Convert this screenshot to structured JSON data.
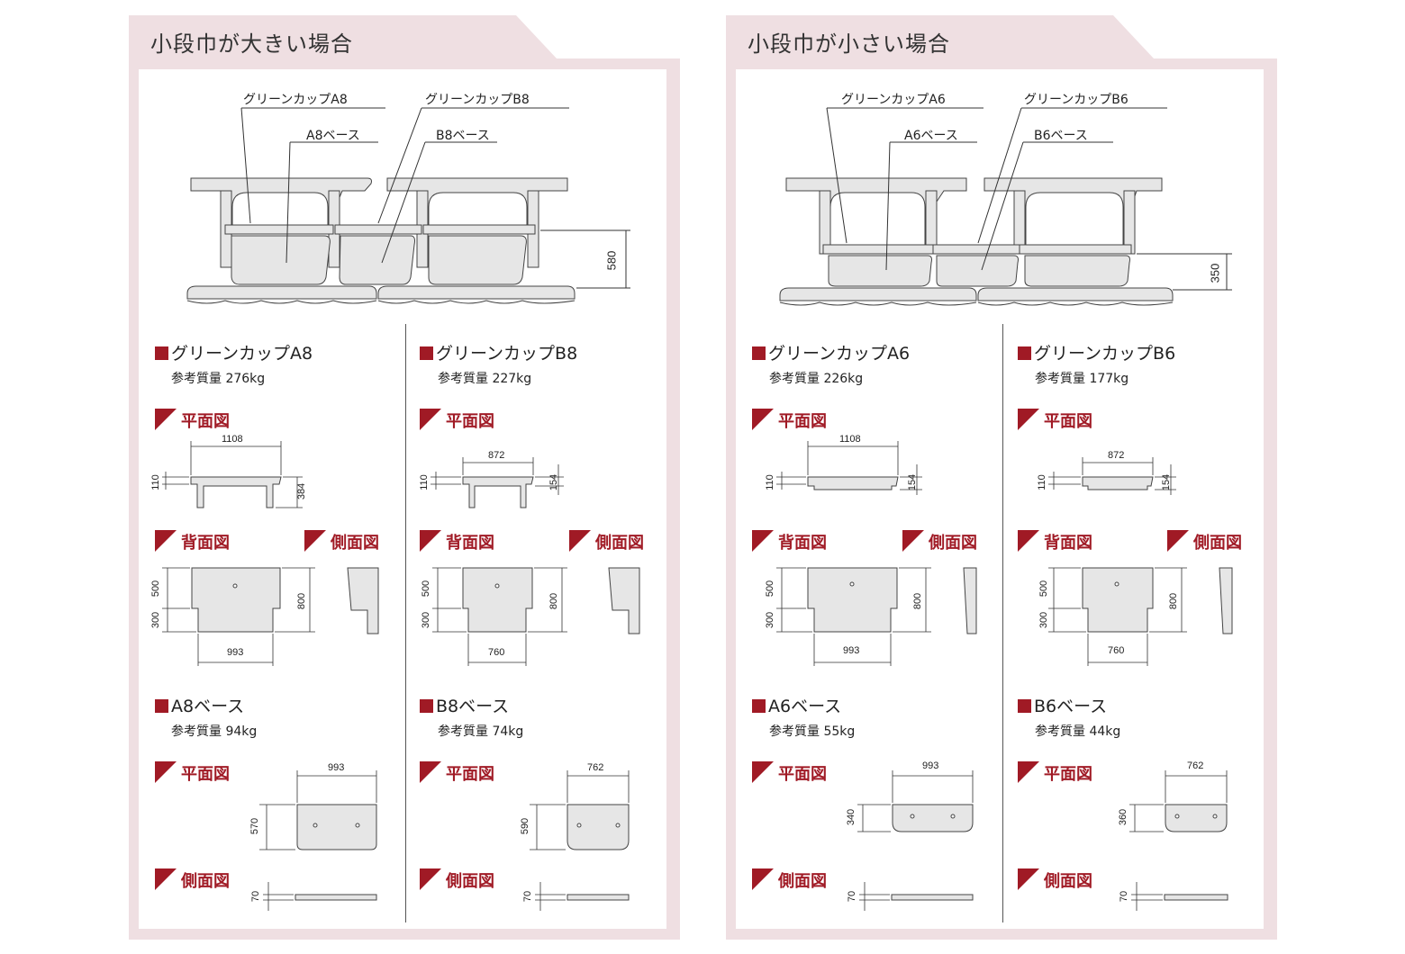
{
  "colors": {
    "panel_bg": "#efdfe2",
    "accent": "#a01a25",
    "part_fill": "#e6e6e6",
    "line": "#333333"
  },
  "left_panel": {
    "title": "小段巾が大きい場合",
    "callouts": {
      "cup_a": "グリーンカップA8",
      "cup_b": "グリーンカップB8",
      "base_a": "A8ベース",
      "base_b": "B8ベース"
    },
    "height_dim": "580",
    "cup_a": {
      "name": "グリーンカップA8",
      "weight": "参考質量 276kg",
      "plan": {
        "label": "平面図",
        "width": "1108",
        "h1": "110",
        "h2": "384"
      },
      "back": {
        "label": "背面図",
        "h1": "500",
        "h2": "300",
        "right": "800",
        "width": "993"
      },
      "side": {
        "label": "側面図"
      }
    },
    "cup_b": {
      "name": "グリーンカップB8",
      "weight": "参考質量 227kg",
      "plan": {
        "label": "平面図",
        "width": "872",
        "h1": "110",
        "h2": "154"
      },
      "back": {
        "label": "背面図",
        "h1": "500",
        "h2": "300",
        "right": "800",
        "width": "760"
      },
      "side": {
        "label": "側面図"
      }
    },
    "base_a": {
      "name": "A8ベース",
      "weight": "参考質量 94kg",
      "plan": {
        "label": "平面図",
        "width": "993",
        "depth": "570"
      },
      "side": {
        "label": "側面図",
        "thick": "70"
      }
    },
    "base_b": {
      "name": "B8ベース",
      "weight": "参考質量 74kg",
      "plan": {
        "label": "平面図",
        "width": "762",
        "depth": "590"
      },
      "side": {
        "label": "側面図",
        "thick": "70"
      }
    }
  },
  "right_panel": {
    "title": "小段巾が小さい場合",
    "callouts": {
      "cup_a": "グリーンカップA6",
      "cup_b": "グリーンカップB6",
      "base_a": "A6ベース",
      "base_b": "B6ベース"
    },
    "height_dim": "350",
    "cup_a": {
      "name": "グリーンカップA6",
      "weight": "参考質量 226kg",
      "plan": {
        "label": "平面図",
        "width": "1108",
        "h1": "110",
        "h2": "154"
      },
      "back": {
        "label": "背面図",
        "h1": "500",
        "h2": "300",
        "right": "800",
        "width": "993"
      },
      "side": {
        "label": "側面図"
      }
    },
    "cup_b": {
      "name": "グリーンカップB6",
      "weight": "参考質量 177kg",
      "plan": {
        "label": "平面図",
        "width": "872",
        "h1": "110",
        "h2": "154"
      },
      "back": {
        "label": "背面図",
        "h1": "500",
        "h2": "300",
        "right": "800",
        "width": "760"
      },
      "side": {
        "label": "側面図"
      }
    },
    "base_a": {
      "name": "A6ベース",
      "weight": "参考質量 55kg",
      "plan": {
        "label": "平面図",
        "width": "993",
        "depth": "340"
      },
      "side": {
        "label": "側面図",
        "thick": "70"
      }
    },
    "base_b": {
      "name": "B6ベース",
      "weight": "参考質量 44kg",
      "plan": {
        "label": "平面図",
        "width": "762",
        "depth": "360"
      },
      "side": {
        "label": "側面図",
        "thick": "70"
      }
    }
  }
}
